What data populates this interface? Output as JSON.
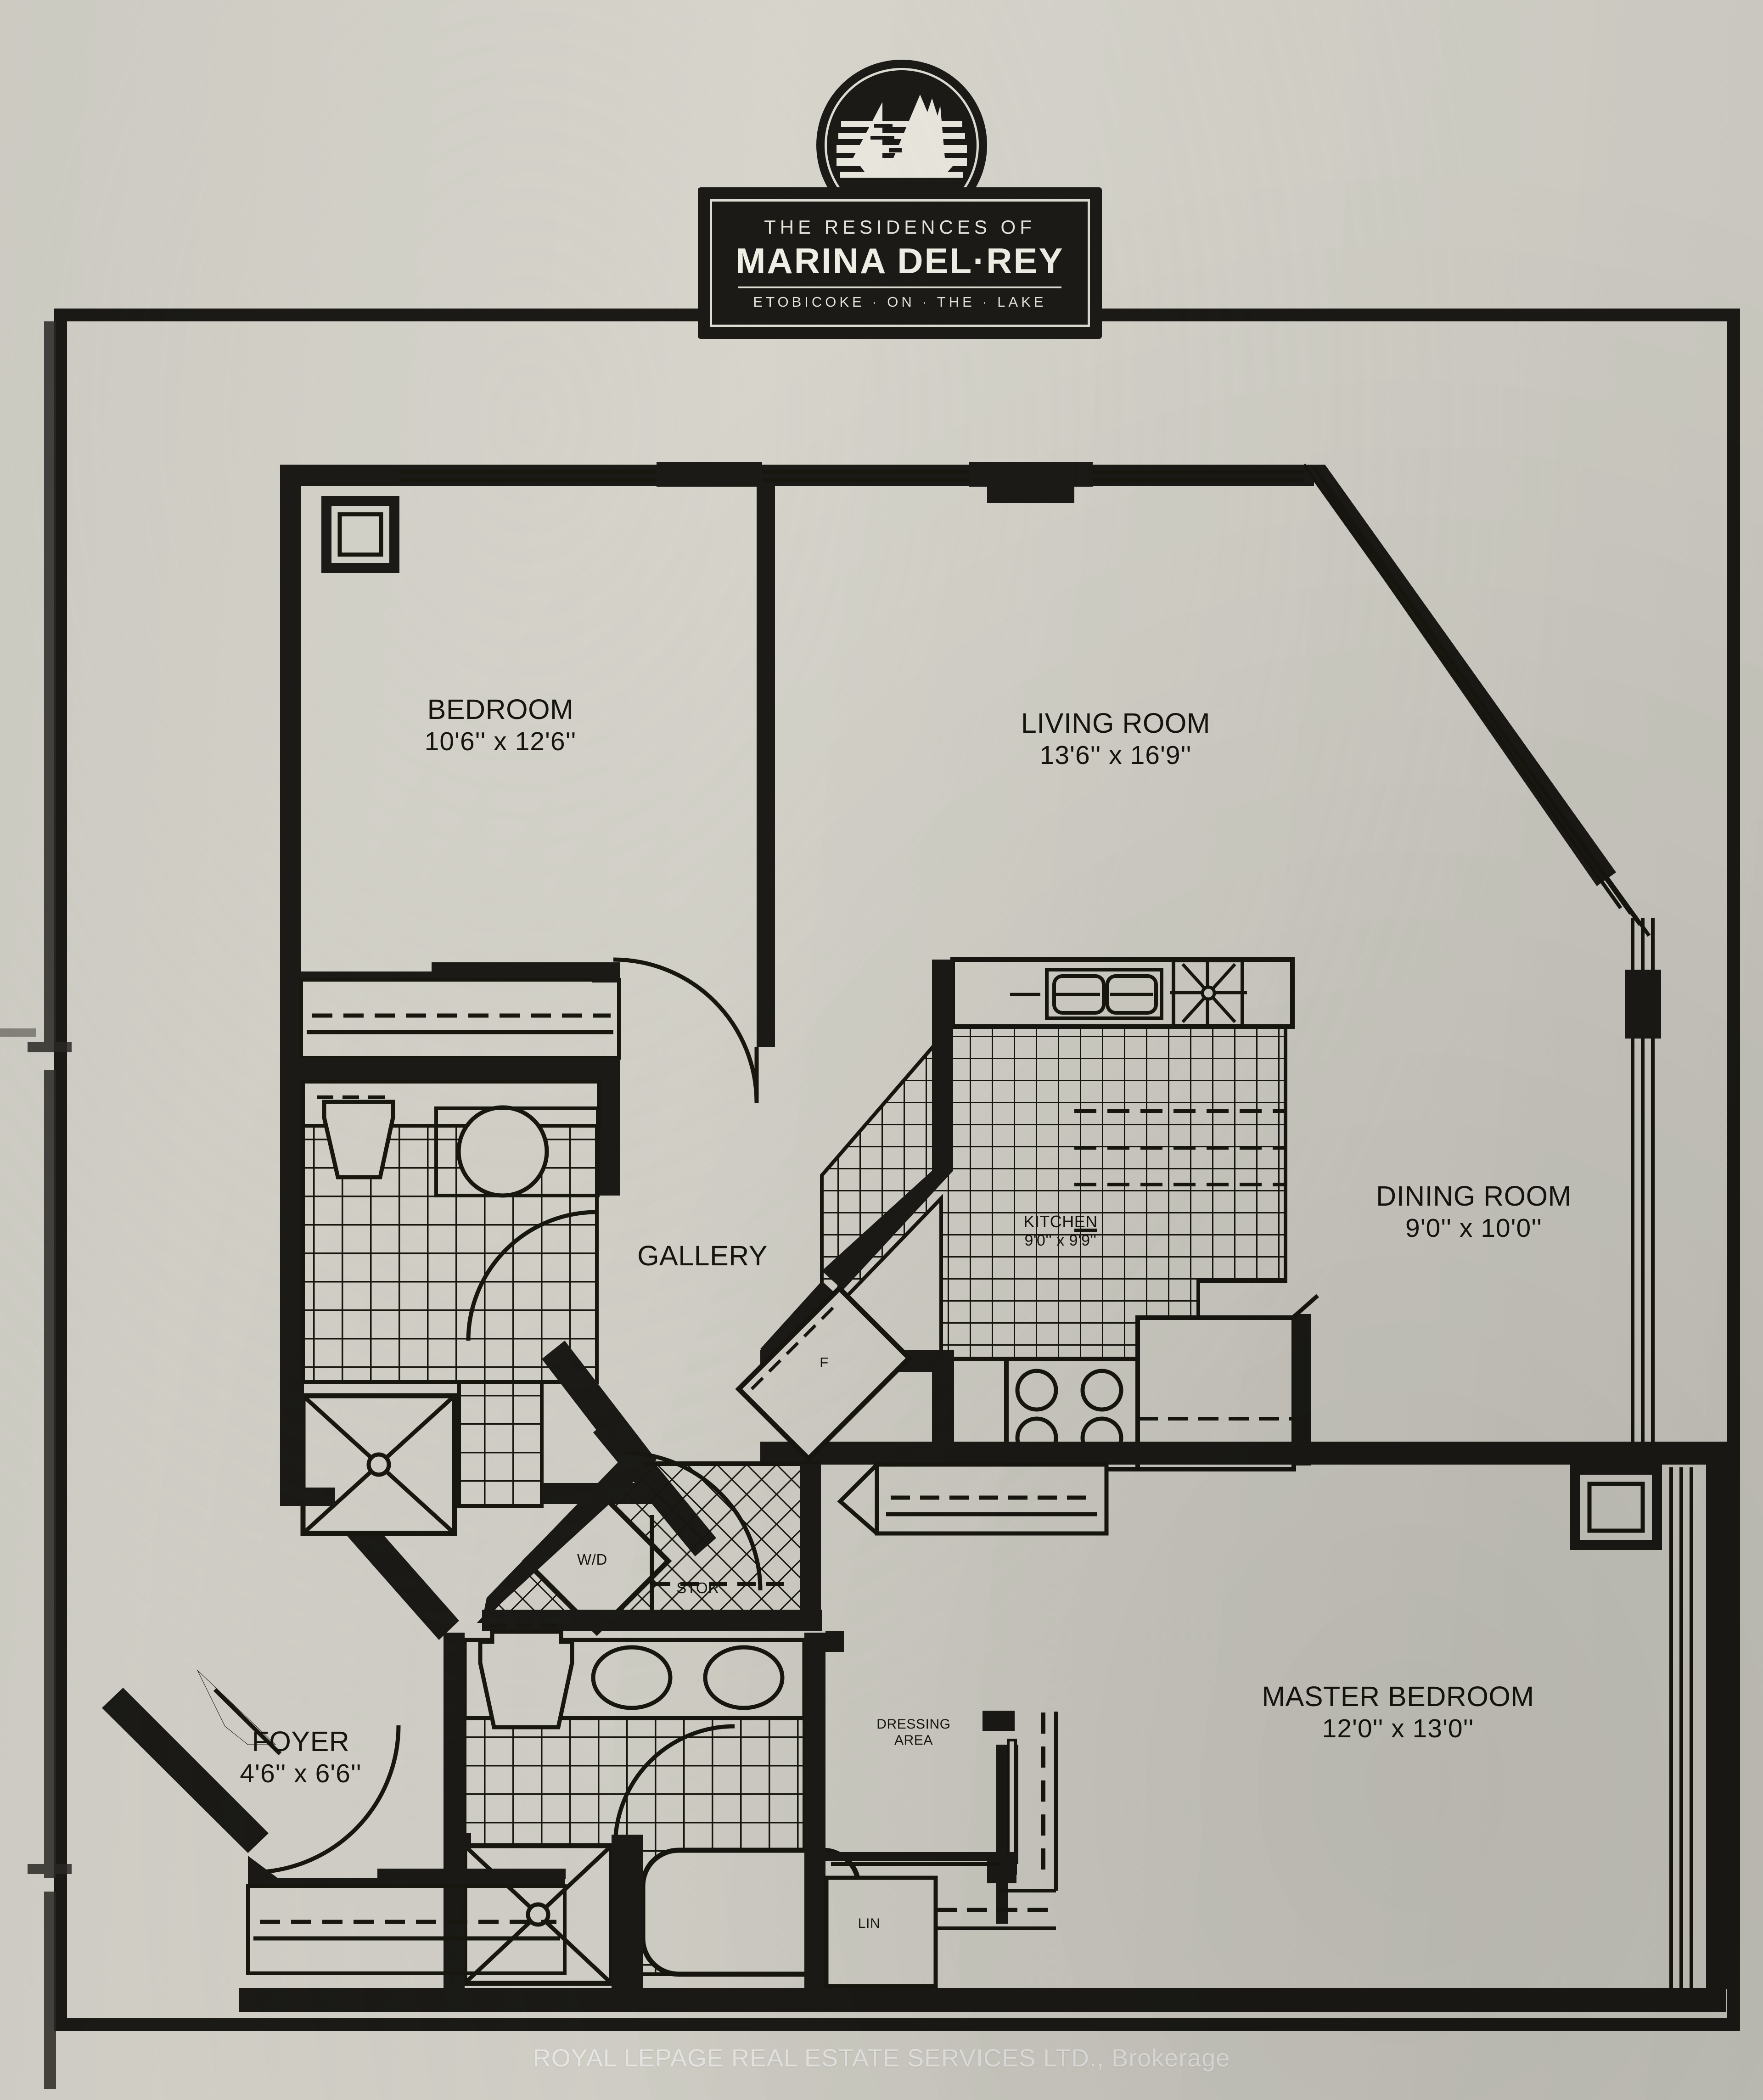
{
  "document": {
    "type": "floor-plan",
    "watermark": "ROYAL LEPAGE REAL ESTATE SERVICES LTD., Brokerage"
  },
  "logo": {
    "line1": "THE RESIDENCES OF",
    "line2": "MARINA DEL·REY",
    "line3": "ETOBICOKE · ON · THE · LAKE",
    "emblem": "sailboats-in-circle-icon"
  },
  "rooms": [
    {
      "id": "bedroom",
      "name": "BEDROOM",
      "dimensions": "10'6'' x 12'6''"
    },
    {
      "id": "living_room",
      "name": "LIVING ROOM",
      "dimensions": "13'6'' x 16'9''"
    },
    {
      "id": "kitchen",
      "name": "KITCHEN",
      "dimensions": "9'0'' x 9'9''"
    },
    {
      "id": "dining_room",
      "name": "DINING ROOM",
      "dimensions": "9'0'' x 10'0''"
    },
    {
      "id": "master_bedroom",
      "name": "MASTER BEDROOM",
      "dimensions": "12'0'' x 13'0''"
    },
    {
      "id": "foyer",
      "name": "FOYER",
      "dimensions": "4'6'' x 6'6''"
    },
    {
      "id": "gallery",
      "name": "GALLERY",
      "dimensions": ""
    }
  ],
  "annotations": [
    {
      "id": "washer_dryer",
      "label": "W/D"
    },
    {
      "id": "storage",
      "label": "STOR"
    },
    {
      "id": "linen",
      "label": "LIN"
    },
    {
      "id": "fridge",
      "label": "F"
    },
    {
      "id": "dressing_area",
      "label_line1": "DRESSING",
      "label_line2": "AREA"
    }
  ],
  "colors": {
    "paper": "#d6d4cb",
    "ink": "#15140f",
    "wall": "#1b1a16",
    "logo_text": "#ece9e0"
  }
}
